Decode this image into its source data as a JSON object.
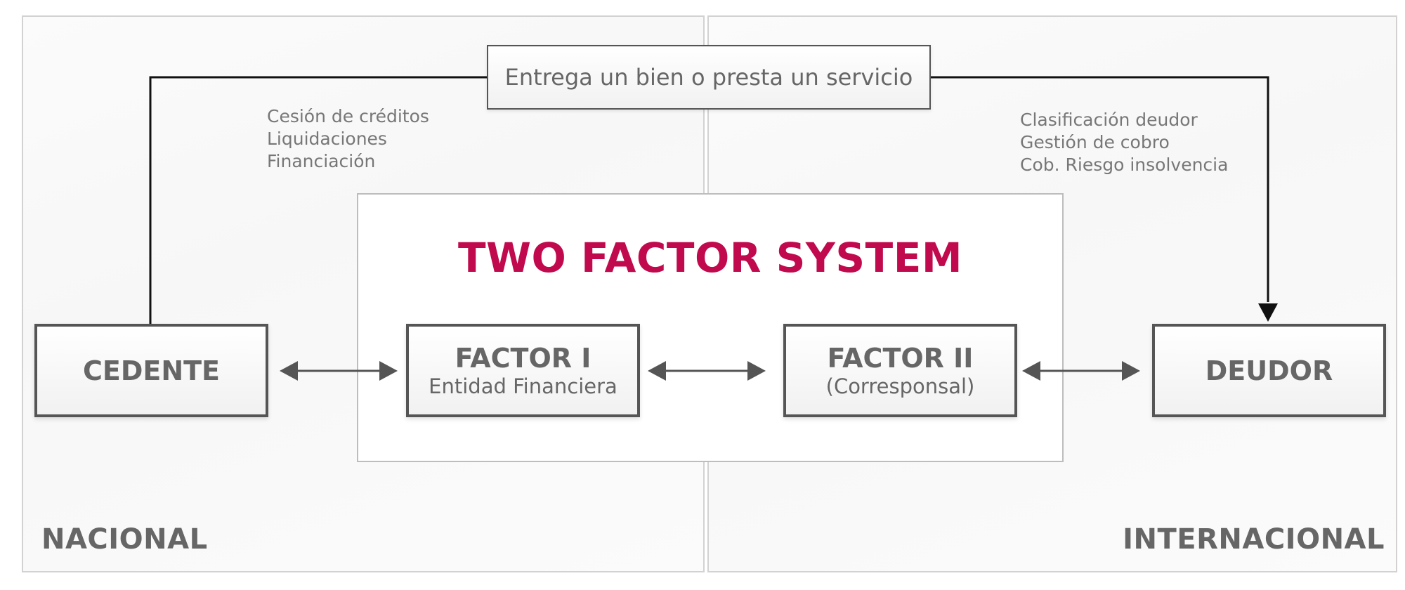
{
  "regions": {
    "nacional": "NACIONAL",
    "internacional": "INTERNACIONAL"
  },
  "title": "TWO FACTOR SYSTEM",
  "top_box": "Entrega un bien o presta un servicio",
  "notes": {
    "left": [
      "Cesión de créditos",
      "Liquidaciones",
      "Financiación"
    ],
    "right": [
      "Clasificación deudor",
      "Gestión de cobro",
      "Cob. Riesgo insolvencia"
    ]
  },
  "nodes": {
    "cedente": {
      "title": "CEDENTE"
    },
    "factor_1": {
      "title": "FACTOR I",
      "sub": "Entidad Financiera"
    },
    "factor_2": {
      "title": "FACTOR II",
      "sub": "(Corresponsal)"
    },
    "deudor": {
      "title": "DEUDOR"
    }
  },
  "colors": {
    "title": "#c00a4d",
    "border": "#555555",
    "text": "#666666",
    "line": "#111111"
  }
}
